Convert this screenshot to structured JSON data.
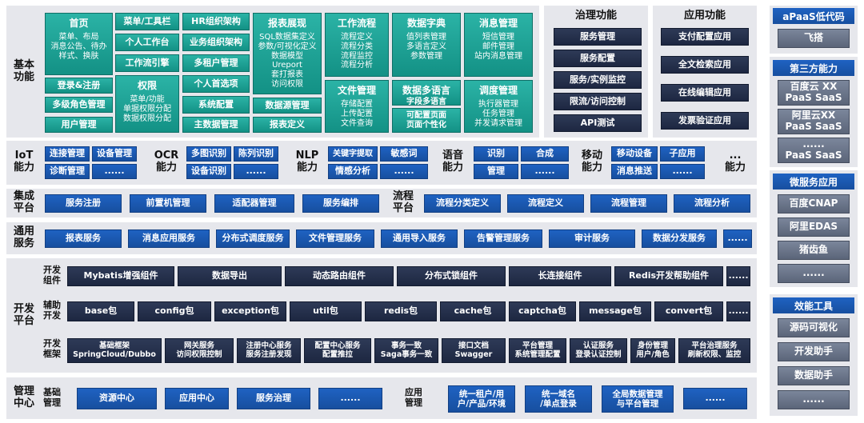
{
  "basic": {
    "label": "基本\n功能",
    "cells": [
      {
        "h": "首页",
        "b": "菜单、布局\n消息公告、待办\n样式、换肤"
      },
      {
        "h": "报表展现",
        "b": "SQL数据集定义\n参数/可视化定义\n数据模型\nUreport\n套打报表\n访问权限"
      },
      {
        "h": "工作流程",
        "b": "流程定义\n流程分类\n流程监控\n流程分析"
      },
      {
        "h": "数据字典",
        "b": "值列表管理\n多语言定义\n参数管理"
      },
      {
        "h": "消息管理",
        "b": "短信管理\n邮件管理\n站内消息管理"
      },
      {
        "h": "权限",
        "b": "菜单/功能\n单据权限分配\n数据权限分配"
      },
      {
        "h": "文件管理",
        "b": "存储配置\n上传配置\n文件查询"
      },
      {
        "h": "数据多语言",
        "b": "字段多语言"
      },
      {
        "h": "可配置页面",
        "b": "页面个性化"
      },
      {
        "h": "调度管理",
        "b": "执行器管理\n任务管理\n并发请求管理"
      }
    ],
    "tiles": [
      "菜单/工具栏",
      "HR组织架构",
      "个人工作台",
      "业务组织架构",
      "工作流引擎",
      "多租户管理",
      "个人首选项",
      "系统配置",
      "主数据管理",
      "登录&注册",
      "多级角色管理",
      "用户管理",
      "数据源管理",
      "报表定义"
    ]
  },
  "governance": {
    "title": "治理功能",
    "items": [
      "服务管理",
      "服务配置",
      "服务/实例监控",
      "限流/访问控制",
      "API测试"
    ]
  },
  "application": {
    "title": "应用功能",
    "items": [
      "支付配置应用",
      "全文检索应用",
      "在线编辑应用",
      "发票验证应用"
    ]
  },
  "capabilities": {
    "iot": {
      "label": "IoT\n能力",
      "items": [
        "连接管理",
        "设备管理",
        "诊断管理",
        "......"
      ]
    },
    "ocr": {
      "label": "OCR\n能力",
      "items": [
        "多图识别",
        "陈列识别",
        "设备识别",
        "......"
      ]
    },
    "nlp": {
      "label": "NLP\n能力",
      "items": [
        "关键字提取",
        "敏感词",
        "情感分析",
        "......"
      ]
    },
    "voice": {
      "label": "语音\n能力",
      "items": [
        "识别",
        "合成",
        "管理",
        "......"
      ]
    },
    "mobile": {
      "label": "移动\n能力",
      "items": [
        "移动设备",
        "子应用",
        "消息推送",
        "......"
      ]
    },
    "more": {
      "label": "...\n能力"
    }
  },
  "integration": {
    "label": "集成\n平台",
    "items": [
      "服务注册",
      "前置机管理",
      "适配器管理",
      "服务编排"
    ]
  },
  "process": {
    "label": "流程\n平台",
    "items": [
      "流程分类定义",
      "流程定义",
      "流程管理",
      "流程分析"
    ]
  },
  "common": {
    "label": "通用\n服务",
    "items": [
      "报表服务",
      "消息应用服务",
      "分布式调度服务",
      "文件管理服务",
      "通用导入服务",
      "告警管理服务",
      "审计服务",
      "数据分发服务",
      "......"
    ]
  },
  "dev": {
    "label": "开发\n平台",
    "components": {
      "label": "开发\n组件",
      "items": [
        "Mybatis增强组件",
        "数据导出",
        "动态路由组件",
        "分布式锁组件",
        "长连接组件",
        "Redis开发帮助组件",
        "......"
      ]
    },
    "aux": {
      "label": "辅助\n开发",
      "items": [
        "base包",
        "config包",
        "exception包",
        "util包",
        "redis包",
        "cache包",
        "captcha包",
        "message包",
        "convert包",
        "......"
      ]
    },
    "framework": {
      "label": "开发\n框架",
      "items": [
        "基础框架\nSpringCloud/Dubbo",
        "网关服务\n访问权限控制",
        "注册中心服务\n服务注册发现",
        "配置中心服务\n配置推拉",
        "事务一致\nSaga事务一致",
        "接口文档\nSwagger",
        "平台管理\n系统管理配置",
        "认证服务\n登录认证控制",
        "身份管理\n用户/角色",
        "平台治理服务\n刷新权限、监控"
      ]
    }
  },
  "mgmt": {
    "label": "管理\n中心",
    "basic": {
      "label": "基础\n管理",
      "items": [
        "资源中心",
        "应用中心",
        "服务治理",
        "......"
      ]
    },
    "app": {
      "label": "应用\n管理",
      "items": [
        "统一租户/用\n户/产品/环境",
        "统一域名\n/单点登录",
        "全局数据管理\n与平台管理",
        "......"
      ]
    }
  },
  "sidebar": {
    "apaas": {
      "title": "aPaaS低代码",
      "items": [
        "飞搭"
      ]
    },
    "third": {
      "title": "第三方能力",
      "items": [
        "百度云 XX\nPaaS SaaS",
        "阿里云XX\nPaaS SaaS",
        "......\nPaaS SaaS"
      ]
    },
    "micro": {
      "title": "微服务应用",
      "items": [
        "百度CNAP",
        "阿里EDAS",
        "猪齿鱼",
        "......"
      ]
    },
    "tools": {
      "title": "效能工具",
      "items": [
        "源码可视化",
        "开发助手",
        "数据助手",
        "......"
      ]
    }
  }
}
